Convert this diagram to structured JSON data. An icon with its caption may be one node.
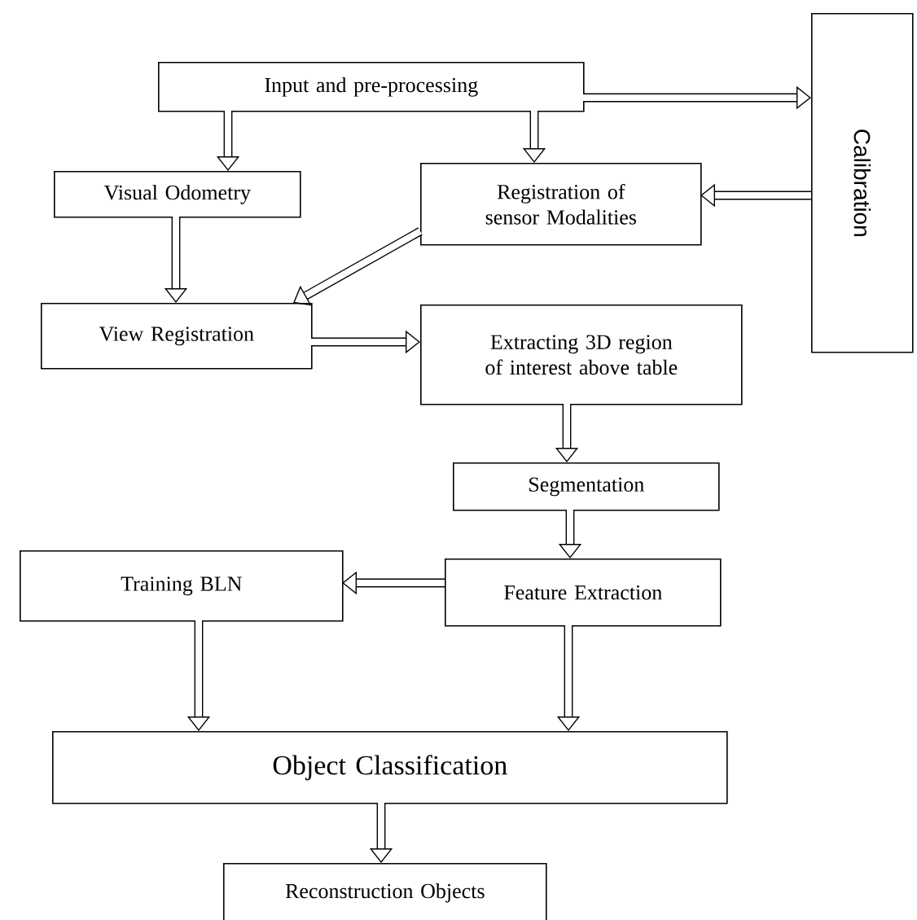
{
  "diagram": {
    "nodes": [
      {
        "text": [
          "Input and pre-processing"
        ]
      },
      {
        "text": [
          "Calibration"
        ]
      },
      {
        "text": [
          "Visual Odometry"
        ]
      },
      {
        "text": [
          "Registration of sensor Modalities"
        ]
      },
      {
        "text": [
          "View Registration"
        ]
      },
      {
        "text": [
          "Extracting 3D region of interest above table"
        ]
      },
      {
        "text": [
          "Segmentation"
        ]
      },
      {
        "text": [
          "Training BLN"
        ]
      },
      {
        "text": [
          "Feature Extraction"
        ]
      },
      {
        "text": [
          "Object Classification"
        ]
      },
      {
        "text": [
          "Reconstruction Objects"
        ]
      }
    ],
    "edges": [
      {
        "from": 0,
        "to": 2,
        "arrow": "to"
      },
      {
        "from": 0,
        "to": 3,
        "arrow": "to"
      },
      {
        "from": 0,
        "to": 1,
        "arrow": "to"
      },
      {
        "from": 1,
        "to": 3,
        "arrow": "to"
      },
      {
        "from": 3,
        "to": 4,
        "arrow": "to"
      },
      {
        "from": 2,
        "to": 4,
        "arrow": "to"
      },
      {
        "from": 4,
        "to": 5,
        "arrow": "to"
      },
      {
        "from": 5,
        "to": 6,
        "arrow": "to"
      },
      {
        "from": 6,
        "to": 8,
        "arrow": "to"
      },
      {
        "from": 8,
        "to": 7,
        "arrow": "to"
      },
      {
        "from": 7,
        "to": 9,
        "arrow": "to"
      },
      {
        "from": 8,
        "to": 9,
        "arrow": "to"
      },
      {
        "from": 9,
        "to": 10,
        "arrow": "to"
      }
    ]
  }
}
